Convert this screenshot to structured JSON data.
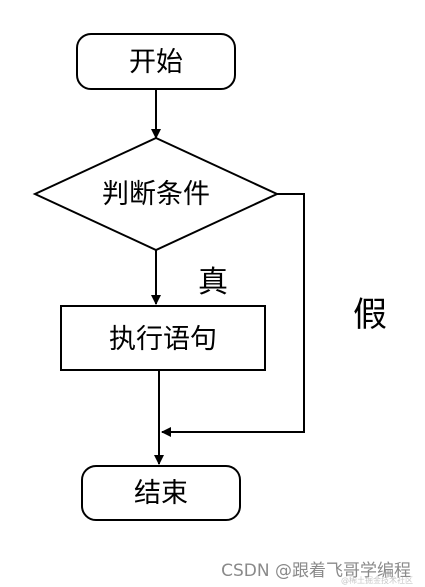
{
  "flowchart": {
    "start": {
      "label": "开始"
    },
    "condition": {
      "label": "判断条件"
    },
    "statement": {
      "label": "执行语句"
    },
    "end": {
      "label": "结束"
    },
    "true_branch": {
      "label": "真"
    },
    "false_branch": {
      "label": "假"
    }
  },
  "watermark": {
    "text": "CSDN @跟着飞哥学编程",
    "faint_text": "@稀土掘金技术社区"
  },
  "colors": {
    "stroke": "#000000",
    "background": "#ffffff",
    "watermark": "#8a8a8a"
  }
}
